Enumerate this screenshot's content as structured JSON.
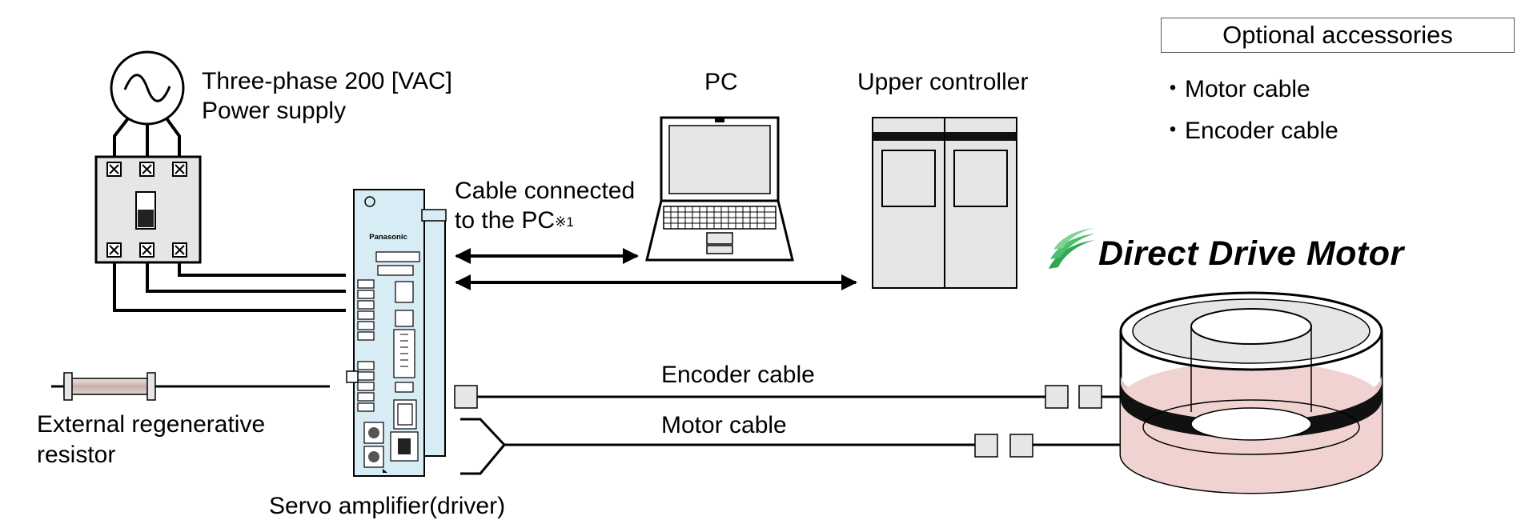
{
  "power_supply": {
    "line1": "Three-phase 200 [VAC]",
    "line2": "Power supply"
  },
  "pc": {
    "label": "PC"
  },
  "upper_controller": {
    "label": "Upper controller"
  },
  "pc_cable": {
    "line1": "Cable connected",
    "line2": "to the PC",
    "note": "※1"
  },
  "servo": {
    "label": "Servo amplifier(driver)",
    "brand": "Panasonic"
  },
  "resistor": {
    "line1": "External regenerative",
    "line2": "resistor"
  },
  "encoder_cable": {
    "label": "Encoder cable"
  },
  "motor_cable": {
    "label": "Motor cable"
  },
  "motor": {
    "logo": "Direct Drive Motor"
  },
  "accessories": {
    "title": "Optional accessories",
    "items": [
      "・Motor cable",
      "・Encoder cable"
    ]
  },
  "colors": {
    "amplifier": "#d8ecf5",
    "resistor": "#d9c6c3",
    "motor_base": "#e8c6c4",
    "logo_green": "#2fa84f",
    "device_gray": "#e6e6e6"
  }
}
